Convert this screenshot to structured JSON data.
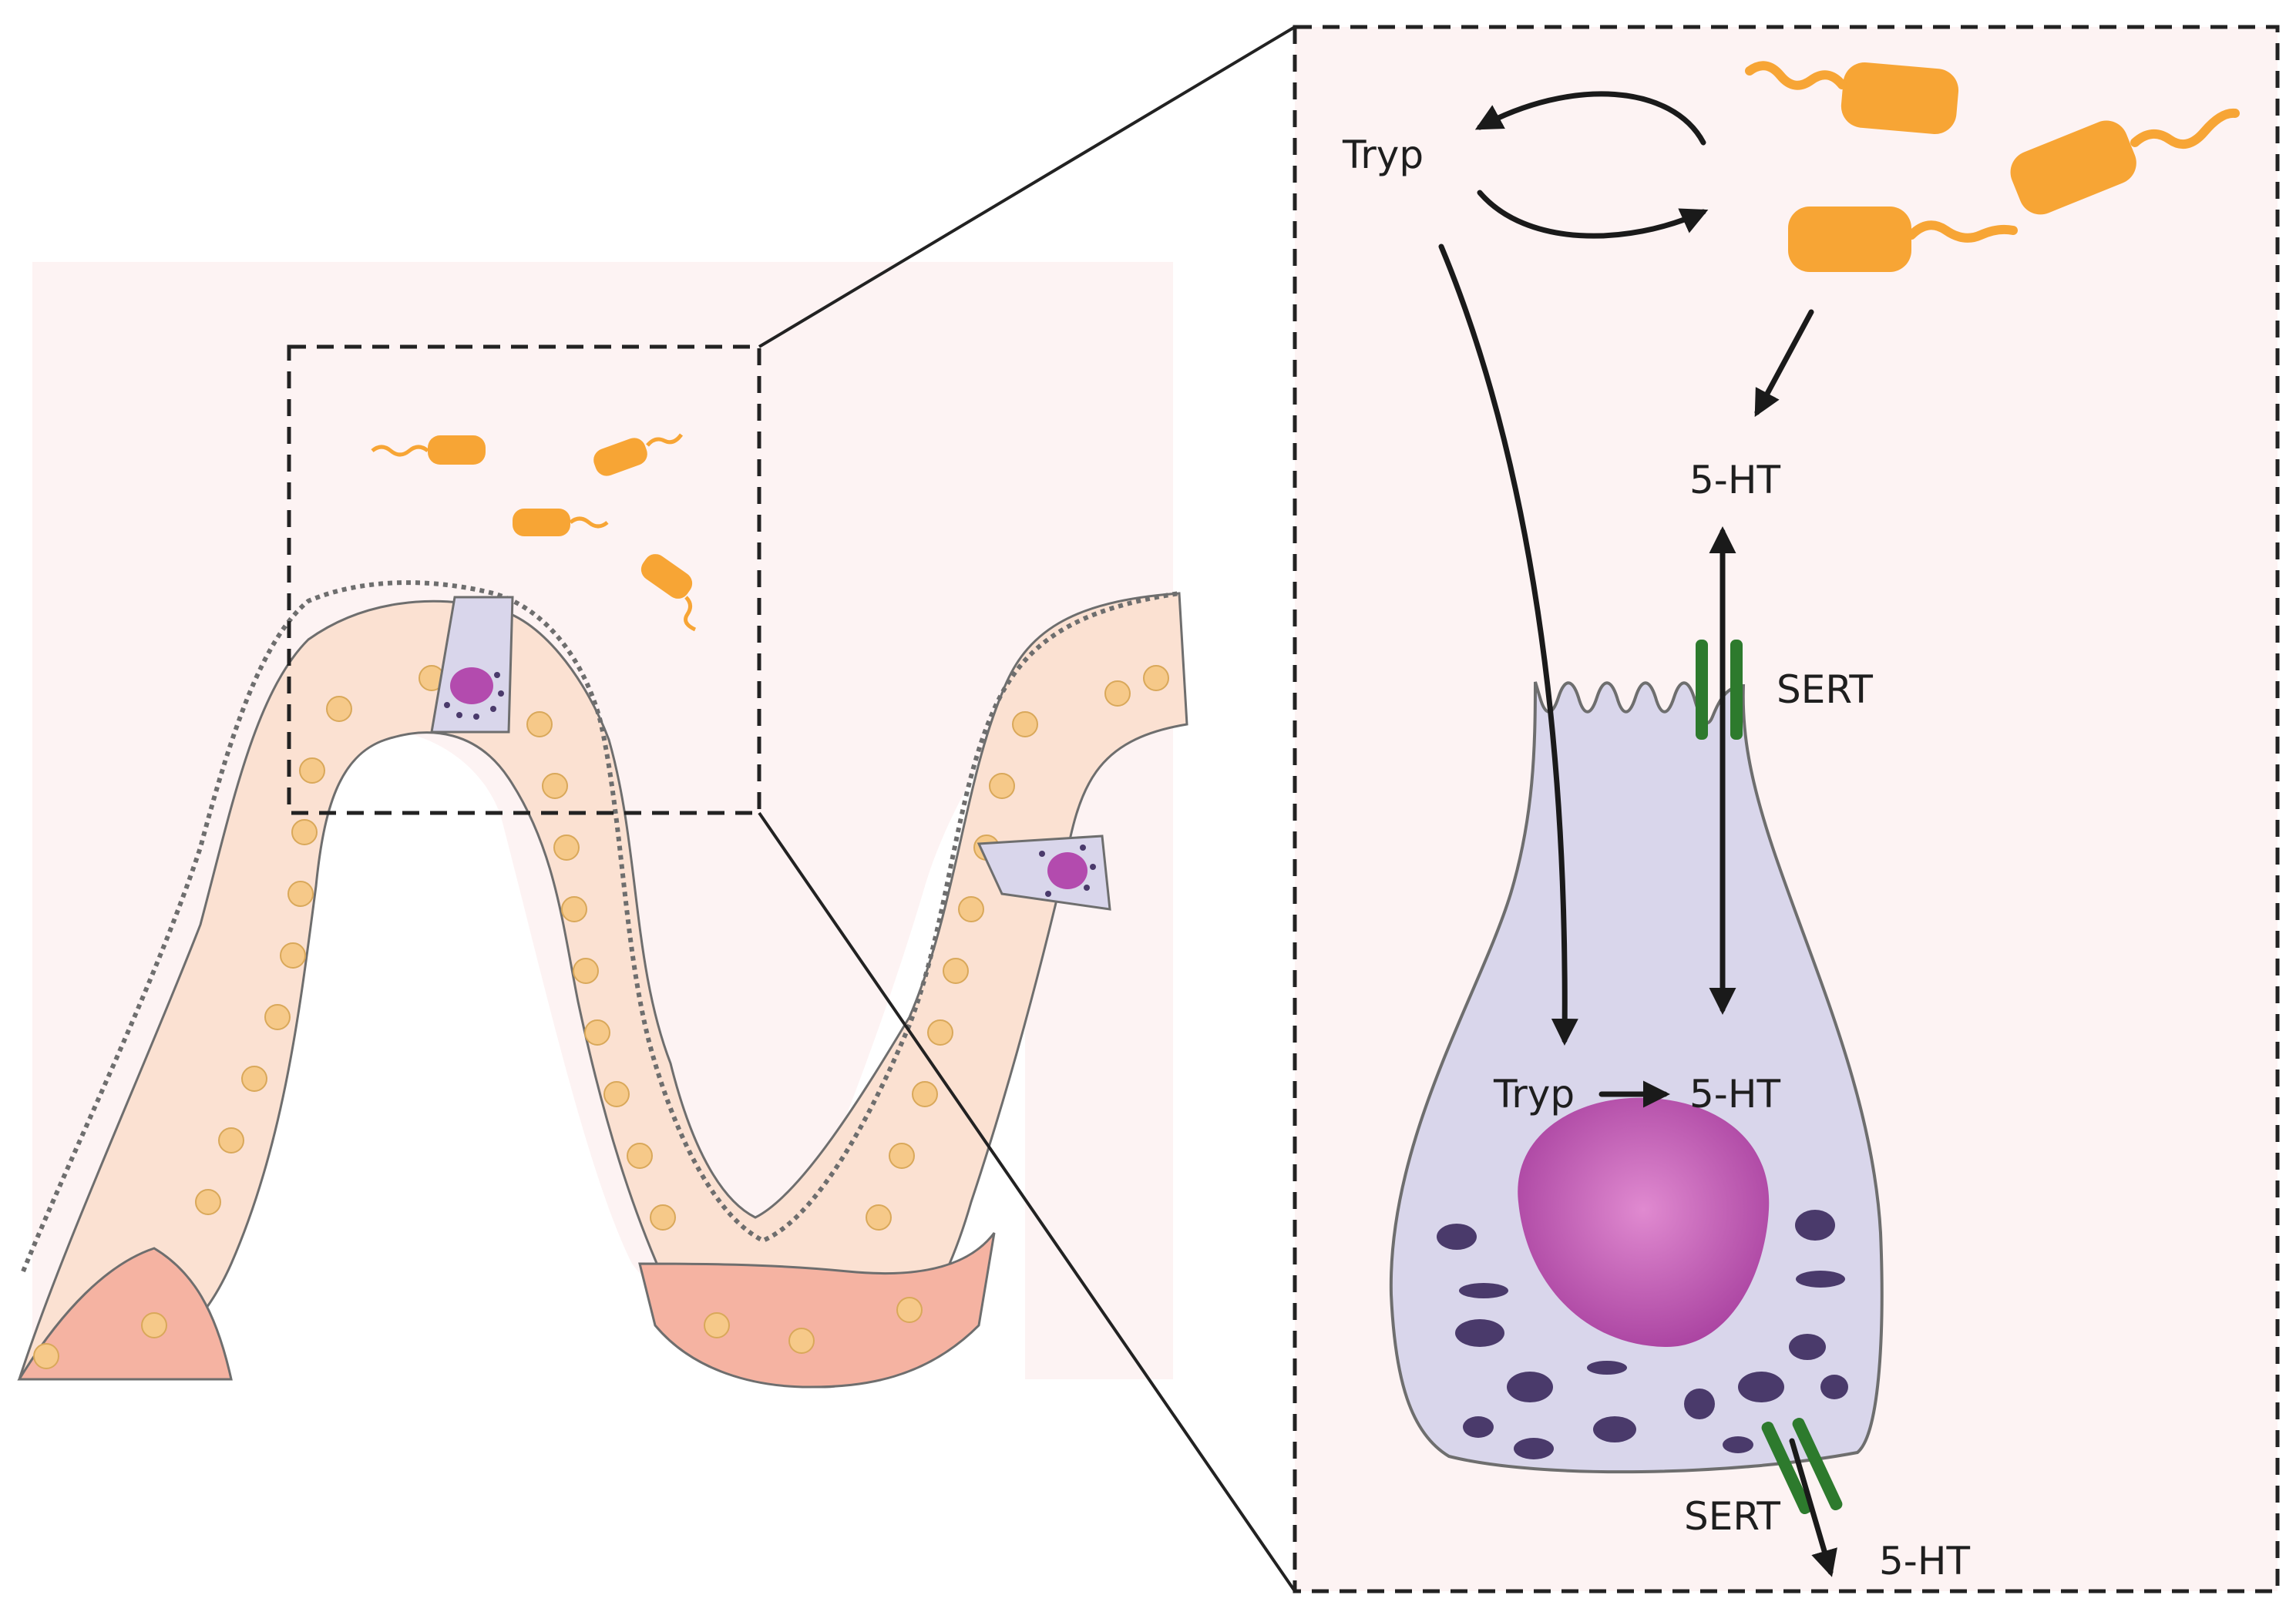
{
  "colors": {
    "background_tint": "#fdf3f3",
    "bacteria": "#f7a535",
    "epithelial_cell": "#fbe1d2",
    "crypt_base_cell": "#f5b3a2",
    "cell_nucleus": "#f6c989",
    "ec_cell": "#d9d6eb",
    "ec_nucleus": "#b34bae",
    "granule": "#4a3a6b",
    "sert": "#2d7a2d",
    "arrow": "#1a1a1a"
  },
  "labels": {
    "tryp_lumen": "Tryp",
    "serotonin_lumen": "5-HT",
    "sert_apical": "SERT",
    "tryp_cell": "Tryp",
    "serotonin_cell": "5-HT",
    "sert_basal": "SERT",
    "serotonin_basal": "5-HT"
  },
  "icons": {
    "bacterium": "rod-bacterium-with-flagellum",
    "ec_cell": "enterochromaffin-cell",
    "transporter": "sert-transporter"
  }
}
